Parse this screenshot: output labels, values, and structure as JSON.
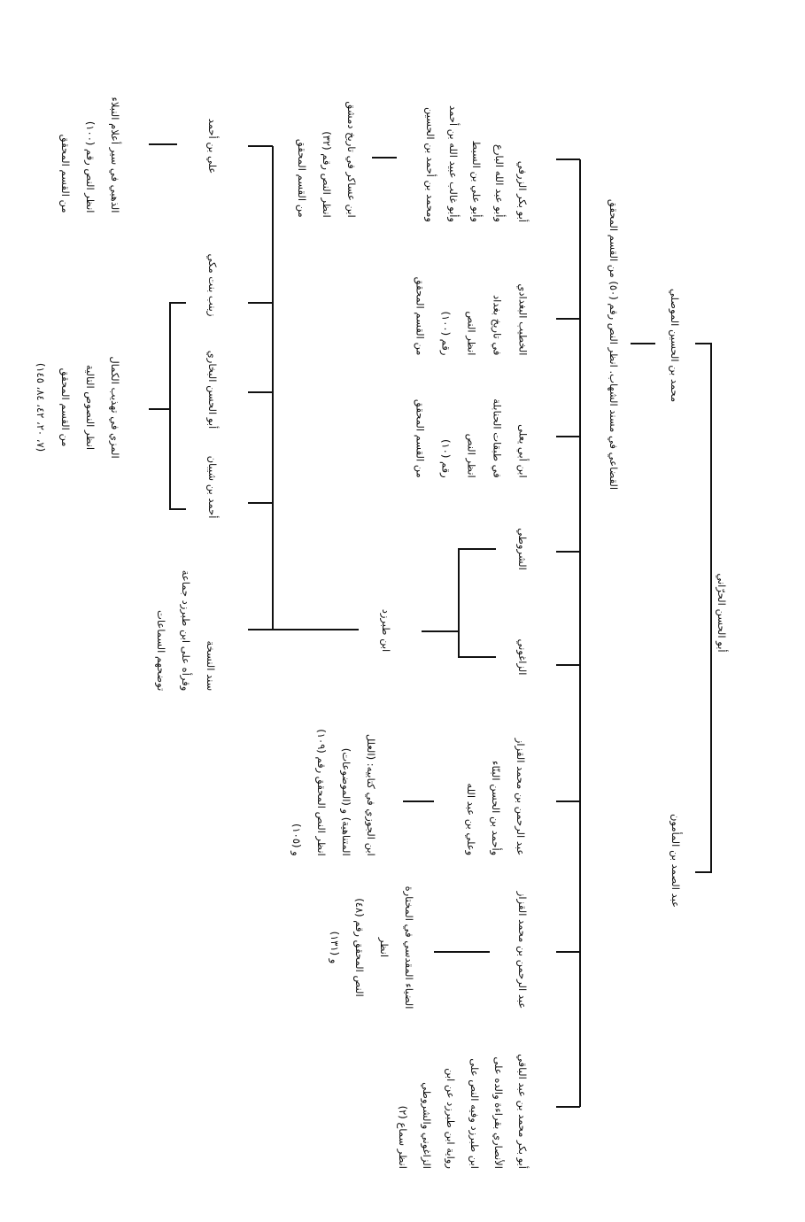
{
  "nodes": {
    "root": [
      "أبو الحسن الحرّاني"
    ],
    "mawsili": [
      "محمد بن الحسين الموصلي"
    ],
    "mamun": [
      "عبد الصمد بن المأمون"
    ],
    "qudai": [
      "القضاعي في مسند الشهاب. انظر النص رقم (٥٠) من القسم المحقق"
    ],
    "zarafi": [
      "أبو بكر الزرفي",
      "وأبو عبد الله البارع",
      "وأبو علي بن السبط",
      "وأبو غالب عبيد الله بن أحمد",
      "ومحمد بن أحمد بن الحسين"
    ],
    "asakir": [
      "ابن عساكر في تاريخ دمشق",
      "انظر النص رقم (٣٢)",
      "من القسم المحقق"
    ],
    "khatib": [
      "الخطيب البغدادي",
      "في تاريخ بغداد",
      "انظر النص",
      "رقم (١٠٠)",
      "من القسم المحقق"
    ],
    "abiyala": [
      "ابن أبي يعلى",
      "في طبقات الحنابلة",
      "انظر النص",
      "رقم (١٠)",
      "من القسم المحقق"
    ],
    "shuruti": [
      "الشروطي"
    ],
    "zaghuni": [
      "الزاغوني"
    ],
    "tabarzad": [
      "ابن طبرزد"
    ],
    "qazzaz1": [
      "عبد الرحمن بن محمد القزاز",
      "وأحمد بن الحسن البنّاء",
      "وعلي بن عبد الله"
    ],
    "jawzi": [
      "ابن الجوزي في كتابيه: (العلل",
      "المتناهية) و (الموضوعات)",
      "انظر النص المحقق رقم (١٠٩)",
      "و (١٠٥)"
    ],
    "qazzaz2": [
      "عبد الرحمن بن محمد القزاز"
    ],
    "diya": [
      "الضياء المقدسي في المختارة",
      "انظر",
      "النص المحقق رقم (٤٨)",
      "و (١٣١)"
    ],
    "abubakr": [
      "أبو بكر محمد بن عبد الباقي",
      "الأنصاري بقراءة والده على",
      "ابن طبرزد وفيه النص على",
      "رواية ابن طبرزد عن ابن",
      "الزاغوني والشروطي",
      "انظر سماع (٢)"
    ],
    "ali": [
      "علي بن أحمد"
    ],
    "dhahabi": [
      "الذهبي في سير أعلام النبلاء",
      "انظر النص رقم (١٠٠)",
      "من القسم المحقق"
    ],
    "zaynab": [
      "زينب بنت مكي"
    ],
    "bukhari": [
      "أبو الحسن البخاري"
    ],
    "shayban": [
      "أحمد بن شيبان"
    ],
    "mizzi": [
      "المزي في تهذيب الكمال",
      "انظر النصوص التالية",
      "من القسم المحقق",
      "(٧، ٢٠، ٤٢، ٨٤، ١٤٥)"
    ],
    "sanad": [
      "سند النسخة",
      "وقرأه على ابن طبرزد جماعة",
      "توضحهم السماعات"
    ]
  }
}
